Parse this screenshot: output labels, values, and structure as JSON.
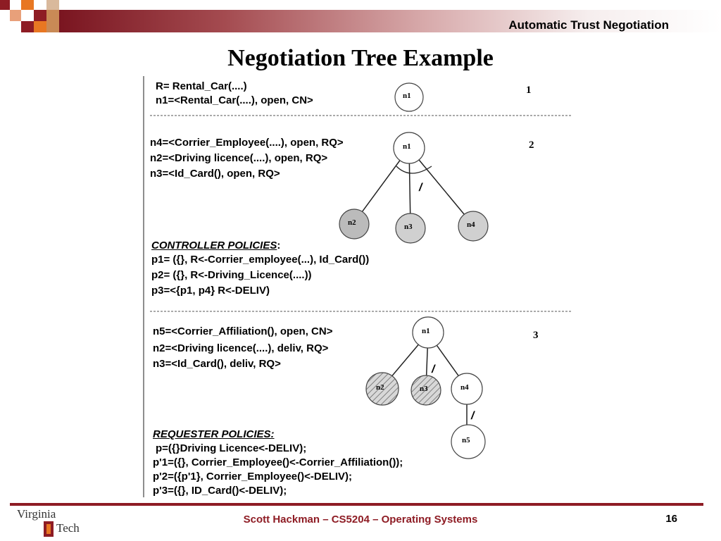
{
  "header": {
    "title": "Automatic Trust Negotiation"
  },
  "slide": {
    "title": "Negotiation Tree Example"
  },
  "figure": {
    "step1": {
      "number": "1",
      "line_r": "R= Rental_Car(....)",
      "line_n1": "n1=<Rental_Car(....), open, CN>",
      "node": "n1"
    },
    "step2": {
      "number": "2",
      "line_n4": "n4=<Corrier_Employee(....), open, RQ>",
      "line_n2": "n2=<Driving licence(....), open, RQ>",
      "line_n3": "n3=<Id_Card(), open, RQ>",
      "nodes": [
        "n1",
        "n2",
        "n3",
        "n4"
      ],
      "and_mark": "/",
      "policies_heading": "CONTROLLER POLICIES",
      "policies_colon": ":",
      "p1": "p1= ({}, R<-Corrier_employee(...), Id_Card())",
      "p2": "p2= ({}, R<-Driving_Licence(....))",
      "p3": "p3=<{p1, p4}    R<-DELIV)"
    },
    "step3": {
      "number": "3",
      "line_n5": "n5=<Corrier_Affiliation(), open, CN>",
      "line_n2": "n2=<Driving licence(....), deliv, RQ>",
      "line_n3": "n3=<Id_Card(), deliv, RQ>",
      "nodes": [
        "n1",
        "n2",
        "n3",
        "n4",
        "n5"
      ],
      "and_mark_1": "/",
      "and_mark_2": "/",
      "policies_heading": "REQUESTER POLICIES:",
      "p": "p=({}Driving Licence<-DELIV);",
      "p1": "p'1=({}, Corrier_Employee()<-Corrier_Affiliation());",
      "p2": "p'2=({p'1}, Corrier_Employee()<-DELIV);",
      "p3": "p'3=({}, ID_Card()<-DELIV);"
    }
  },
  "footer": {
    "text": "Scott Hackman – CS5204 – Operating Systems",
    "page": "16",
    "logo_top": "Virginia",
    "logo_bottom": "Tech"
  },
  "colors": {
    "maroon": "#8e1c24",
    "orange": "#e87722"
  }
}
